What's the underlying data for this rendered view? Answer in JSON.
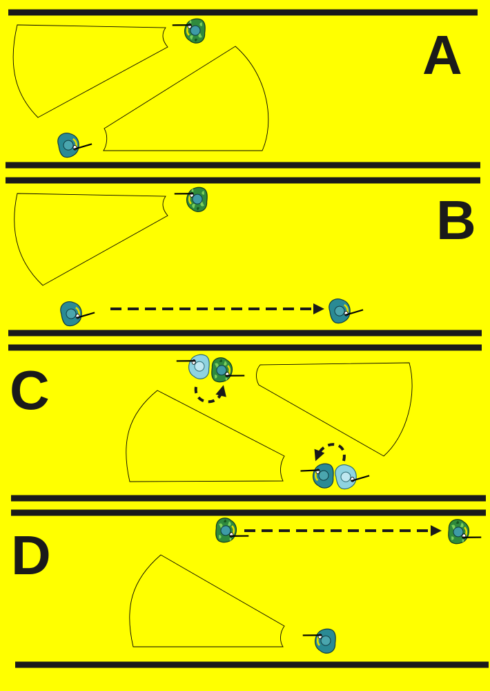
{
  "panels": [
    {
      "id": "A",
      "letter": "A"
    },
    {
      "id": "B",
      "letter": "B"
    },
    {
      "id": "C",
      "letter": "C"
    },
    {
      "id": "D",
      "letter": "D"
    }
  ],
  "colors": {
    "background": "#ffff00",
    "lines": "#1a1a1a",
    "soldier_teal": "#2a8a94",
    "soldier_light": "#8fd3e0",
    "camo_green": "#3a8a3a",
    "helmet_yellow": "#e6e000"
  },
  "icons": {
    "soldier": "soldier-top-view-icon",
    "soldier_camo": "camouflaged-soldier-top-view-icon",
    "arrow": "dashed-arrow-icon"
  }
}
